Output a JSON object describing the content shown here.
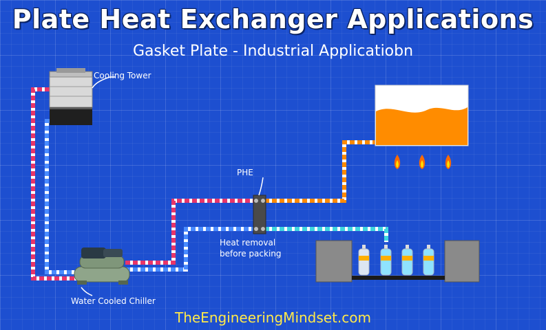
{
  "title": "Plate Heat Exchanger Applications",
  "subtitle": "Gasket Plate - Industrial Applicatiobn",
  "labels": {
    "cooling_tower": "Cooling Tower",
    "phe": "PHE",
    "heat_removal": "Heat removal\nbefore packing",
    "chiller": "Water Cooled Chiller"
  },
  "footer": "TheEngineeringMindset.com",
  "colors": {
    "hot_pipe": "#e8356a",
    "cold_pipe": "#4a8cff",
    "process_hot": "#ff8a00",
    "process_cool": "#3fd6e0",
    "footer_text": "#ffe94a"
  }
}
